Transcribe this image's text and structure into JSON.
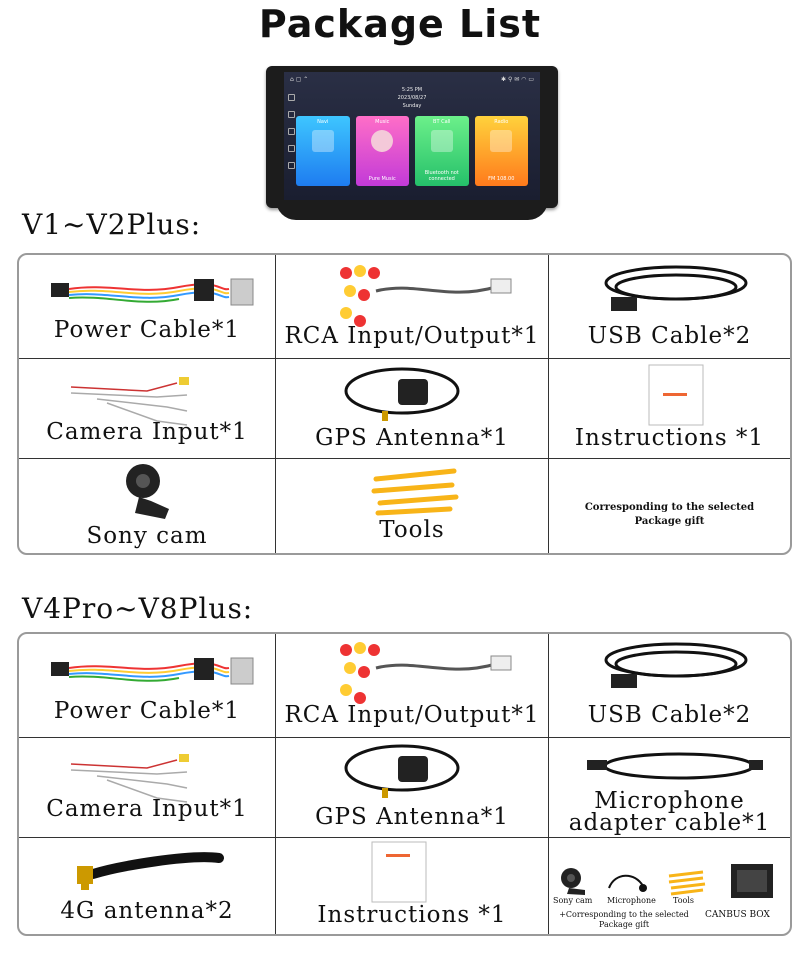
{
  "title": "Package List",
  "device": {
    "time": "5:25 PM",
    "date": "2023/08/27",
    "day": "Sunday",
    "apps": [
      {
        "label": "Navi",
        "sub": ""
      },
      {
        "label": "Music",
        "sub": "Pure Music"
      },
      {
        "label": "BT Call",
        "sub": "Bluetooth not connected"
      },
      {
        "label": "Radio",
        "sub": "FM 108.00"
      }
    ]
  },
  "section1": {
    "heading": "V1~V2Plus:",
    "items": [
      {
        "label": "Power Cable*1",
        "icon": "power-cable-icon"
      },
      {
        "label": "RCA Input/Output*1",
        "icon": "rca-cable-icon"
      },
      {
        "label": "USB Cable*2",
        "icon": "usb-cable-icon"
      },
      {
        "label": "Camera Input*1",
        "icon": "camera-input-cable-icon"
      },
      {
        "label": "GPS Antenna*1",
        "icon": "gps-antenna-icon"
      },
      {
        "label": "Instructions *1",
        "icon": "instructions-icon"
      },
      {
        "label": "Sony cam",
        "icon": "camera-icon"
      },
      {
        "label": "Tools",
        "icon": "tools-icon"
      },
      {
        "label": "Corresponding to the selected Package gift",
        "icon": ""
      }
    ]
  },
  "section2": {
    "heading": "V4Pro~V8Plus:",
    "items": [
      {
        "label": "Power Cable*1",
        "icon": "power-cable-icon"
      },
      {
        "label": "RCA Input/Output*1",
        "icon": "rca-cable-icon"
      },
      {
        "label": "USB Cable*2",
        "icon": "usb-cable-icon"
      },
      {
        "label": "Camera Input*1",
        "icon": "camera-input-cable-icon"
      },
      {
        "label": "GPS Antenna*1",
        "icon": "gps-antenna-icon"
      },
      {
        "label": "Microphone adapter cable*1",
        "icon": "microphone-cable-icon"
      },
      {
        "label": "4G antenna*2",
        "icon": "4g-antenna-icon"
      },
      {
        "label": "Instructions *1",
        "icon": "instructions-icon"
      },
      {
        "label": "",
        "icon": ""
      }
    ],
    "gift": {
      "sony_cam": "Sony cam",
      "microphone": "Microphone",
      "tools": "Tools",
      "canbus": "CANBUS BOX",
      "note": "+Corresponding to the selected Package gift"
    }
  }
}
